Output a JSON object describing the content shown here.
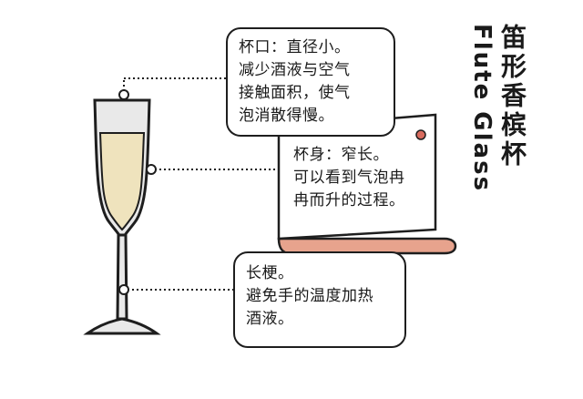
{
  "title": {
    "chinese": "笛形香槟杯",
    "english": "Flute Glass"
  },
  "callouts": {
    "rim": {
      "lines": [
        "杯口：直径小。",
        "减少酒液与空气",
        "接触面积，使气",
        "泡消散得慢。"
      ]
    },
    "body": {
      "lines": [
        "杯身：窄长。",
        "可以看到气泡冉",
        "冉而升的过程。"
      ]
    },
    "stem": {
      "lines": [
        "长梗。",
        "避免手的温度加热",
        "酒液。"
      ]
    }
  },
  "colors": {
    "outline": "#1e1e1e",
    "glass_fill": "#e9e9e9",
    "champagne": "#efe3bd",
    "scroll_curl": "#e7a38d",
    "pin": "#d86b5e"
  }
}
